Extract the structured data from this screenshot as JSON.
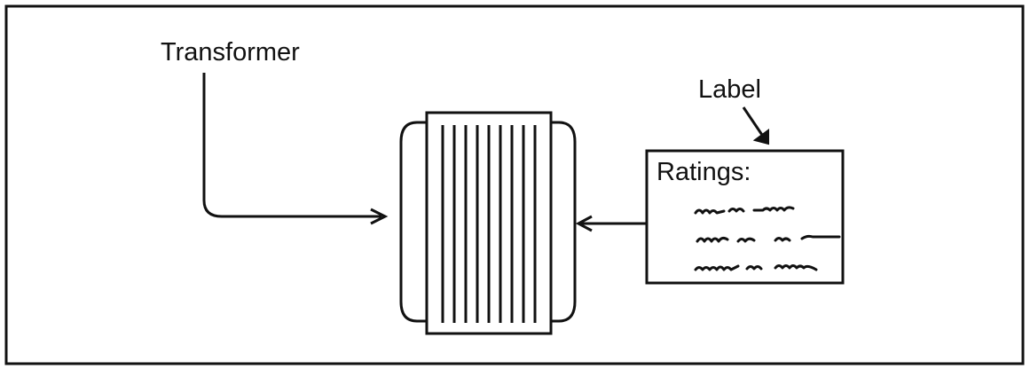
{
  "figure": {
    "labels": {
      "transformer": "Transformer",
      "label": "Label",
      "ratings": "Ratings:"
    },
    "colors": {
      "ink": "#111111",
      "background": "#ffffff"
    }
  }
}
